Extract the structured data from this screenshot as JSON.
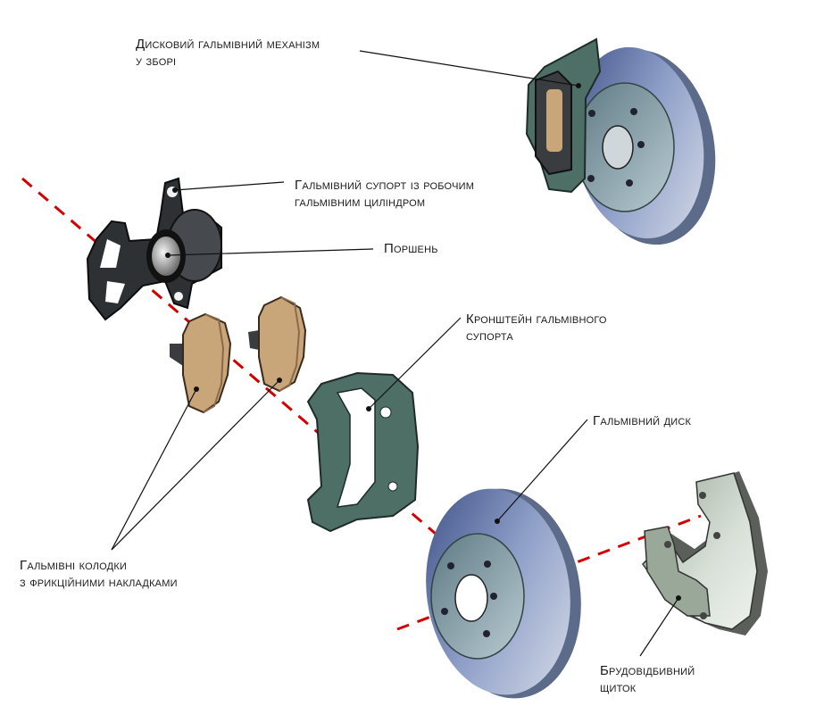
{
  "labels": {
    "assembly": {
      "line1": "Дисковий гальмівний механізм",
      "line2": "у зборі"
    },
    "caliper": {
      "line1": "Гальмівний супорт із робочим",
      "line2": "гальмівним циліндром"
    },
    "piston": {
      "line1": "Поршень"
    },
    "bracket": {
      "line1": "Кронштейн гальмівного",
      "line2": "супорта"
    },
    "disc": {
      "line1": "Гальмівний диск"
    },
    "pads": {
      "line1": "Гальмівні колодки",
      "line2": "з фрикційними накладками"
    },
    "shield": {
      "line1": "Брудовідбивний",
      "line2": "щиток"
    }
  },
  "colors": {
    "axis": "#d40000",
    "disc": "#5a6fa0",
    "hub": "#7d98a0",
    "caliper": "#3a3d40",
    "pad": "#c9a57a",
    "bracket": "#4f7066",
    "shield": "#b8c6b8"
  }
}
